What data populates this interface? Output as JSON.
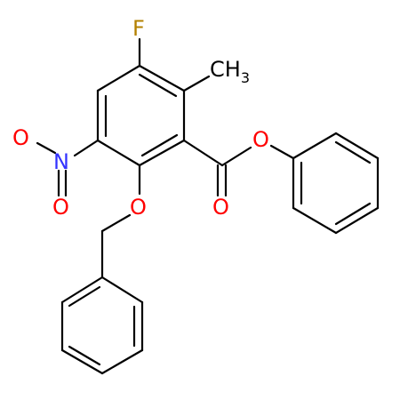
{
  "structure": {
    "colors": {
      "bond": "#000000",
      "oxygen": "#ff0000",
      "nitrogen": "#3333ff",
      "fluorine": "#b38000",
      "carbon_label": "#000000"
    },
    "atom_labels": {
      "fluorine": "F",
      "methyl_main": "CH",
      "methyl_sub": "3",
      "ester_ether_oxygen": "O",
      "carbonyl_oxygen": "O",
      "benzyloxy_oxygen": "O",
      "nitro_oxygen_top": "O",
      "nitro_nitrogen": "N",
      "nitro_oxygen_bottom": "O"
    }
  }
}
